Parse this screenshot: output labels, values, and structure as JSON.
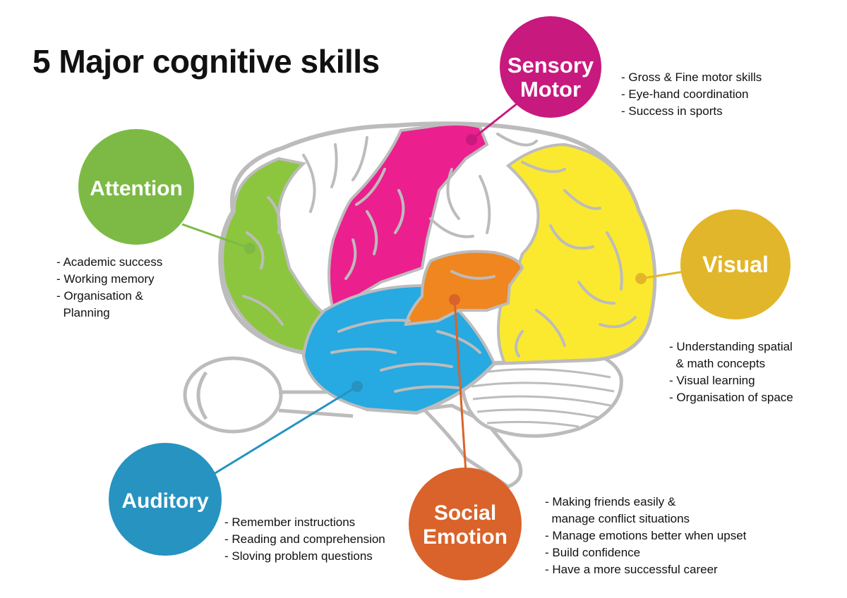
{
  "title": "5 Major cognitive skills",
  "colors": {
    "sensory": "#c8197f",
    "attention": "#7cba45",
    "visual": "#e2b62a",
    "auditory": "#2693c0",
    "social": "#d9632a",
    "lobe_pink": "#ec1f8e",
    "lobe_green": "#8cc63f",
    "lobe_yellow": "#fbe92f",
    "lobe_blue": "#27a9e1",
    "lobe_orange": "#f0861f",
    "outline": "#bcbcbc"
  },
  "skills": {
    "sensory": {
      "label_line1": "Sensory",
      "label_line2": "Motor",
      "items": [
        "- Gross & Fine motor skills",
        "- Eye-hand coordination",
        "- Success in sports"
      ]
    },
    "attention": {
      "label": "Attention",
      "items": [
        "- Academic success",
        "- Working memory",
        "- Organisation &",
        "  Planning"
      ]
    },
    "visual": {
      "label": "Visual",
      "items": [
        "- Understanding spatial",
        "  & math concepts",
        "- Visual learning",
        "- Organisation of space"
      ]
    },
    "auditory": {
      "label": "Auditory",
      "items": [
        "- Remember instructions",
        "- Reading and comprehension",
        "- Sloving problem questions"
      ]
    },
    "social": {
      "label_line1": "Social",
      "label_line2": "Emotion",
      "items": [
        "- Making friends easily &",
        "  manage conflict situations",
        "- Manage emotions better when upset",
        "- Build confidence",
        "- Have a more successful career"
      ]
    }
  }
}
